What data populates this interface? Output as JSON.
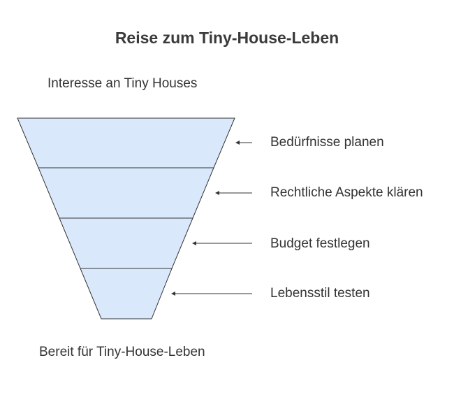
{
  "title": "Reise zum Tiny-House-Leben",
  "top_label": "Interesse an Tiny Houses",
  "bottom_label": "Bereit für Tiny-House-Leben",
  "stages": [
    {
      "label": "Bedürfnisse planen"
    },
    {
      "label": "Rechtliche Aspekte klären"
    },
    {
      "label": "Budget festlegen"
    },
    {
      "label": "Lebensstil testen"
    }
  ],
  "colors": {
    "funnel_fill": "#dae8fc",
    "funnel_stroke": "#333333",
    "arrow": "#333333",
    "text": "#333333"
  }
}
